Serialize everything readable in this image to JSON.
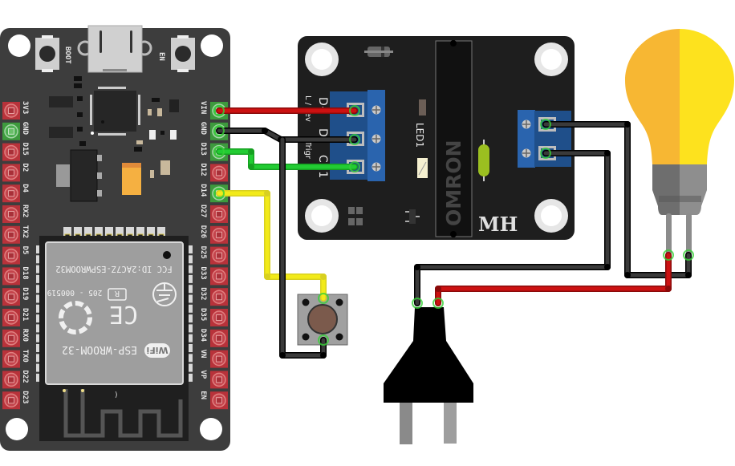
{
  "diagram": {
    "title": "ESP32 push-button controlled solid state relay lamp circuit",
    "components": {
      "esp32": {
        "name": "ESP32 DevKit",
        "button_boot": "BOOT",
        "button_en": "EN",
        "module_label": "ESP-WROOM-32",
        "module_fcc": "FCC ID:2AC7Z-ESPWROOM32",
        "module_cert": "205 - 000519",
        "module_r": "R",
        "module_wifi": "WiFi",
        "module_ce": "CE",
        "left_pins": [
          "3V3",
          "GND",
          "D15",
          "D2",
          "D4",
          "RX2",
          "TX2",
          "D5",
          "D18",
          "D19",
          "D21",
          "RX0",
          "TX0",
          "D22",
          "D23"
        ],
        "right_pins": [
          "VIN",
          "GND",
          "D13",
          "D12",
          "D14",
          "D27",
          "D26",
          "D25",
          "D33",
          "D32",
          "D35",
          "D34",
          "VN",
          "VP",
          "EN"
        ],
        "connected_left": [
          "GND"
        ],
        "connected_right": [
          "VIN",
          "GND",
          "D13",
          "D14"
        ]
      },
      "relay": {
        "name": "Solid State Relay Module",
        "input_labels": [
          "D+",
          "D-",
          "CH1"
        ],
        "side_label_1": "L / Lev",
        "side_label_2": "Trigr",
        "led_label": "LED1",
        "relay_brand": "OMRON",
        "board_brand": "MH"
      },
      "button": {
        "name": "Push button"
      },
      "bulb": {
        "name": "Light bulb"
      },
      "plug": {
        "name": "AC mains plug"
      }
    },
    "wires": [
      {
        "from": "ESP32 VIN",
        "to": "Relay D+",
        "color": "#cc1111"
      },
      {
        "from": "ESP32 GND",
        "to": "Relay D-",
        "color": "#333333"
      },
      {
        "from": "ESP32 D13",
        "to": "Relay CH1",
        "color": "#22cc33"
      },
      {
        "from": "ESP32 D14",
        "to": "Push button",
        "color": "#f2ea1a"
      },
      {
        "from": "Push button",
        "to": "ESP32 GND",
        "color": "#333333"
      },
      {
        "from": "Relay output 1",
        "to": "Bulb lead 2",
        "color": "#333333"
      },
      {
        "from": "Relay output 2",
        "to": "Plug lead 1",
        "color": "#333333"
      },
      {
        "from": "Plug lead 2",
        "to": "Bulb lead 1",
        "color": "#cc1111"
      }
    ],
    "colors": {
      "esp_board": "#3d3d3d",
      "pin_red": "#b8323a",
      "pin_green": "#3d9a3d",
      "relay_board": "#1e1e1e",
      "terminal_blue": "#1f5da0",
      "bulb_left": "#f7b733",
      "bulb_right": "#fde21e"
    }
  }
}
